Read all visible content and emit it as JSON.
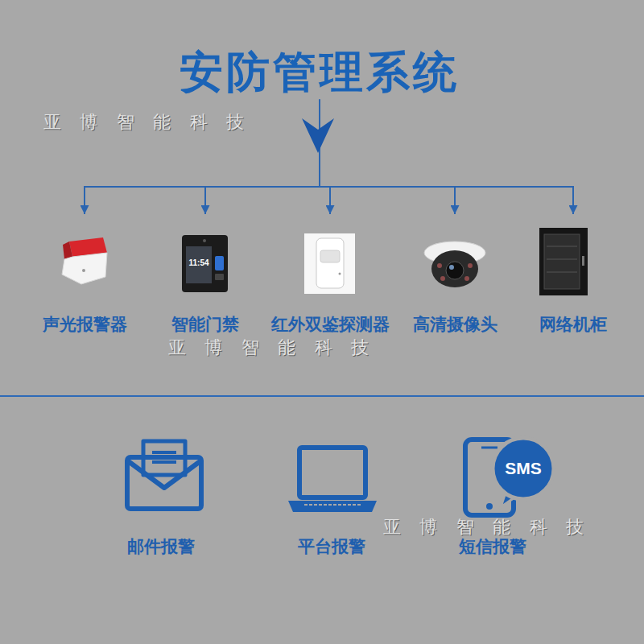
{
  "diagram": {
    "nodes": [
      {
        "text": [
          "安防管理系统"
        ]
      },
      {
        "text": [
          "声光报警器"
        ]
      },
      {
        "text": [
          "智能门禁"
        ]
      },
      {
        "text": [
          "红外双鉴探测器"
        ]
      },
      {
        "text": [
          "高清摄像头"
        ]
      },
      {
        "text": [
          "网络机柜"
        ]
      },
      {
        "text": [
          "邮件报警"
        ]
      },
      {
        "text": [
          "平台报警"
        ]
      },
      {
        "text": [
          "短信报警"
        ]
      }
    ],
    "edges": [
      {
        "from": 0,
        "to": 1,
        "arrow": "to"
      },
      {
        "from": 0,
        "to": 2,
        "arrow": "to"
      },
      {
        "from": 0,
        "to": 3,
        "arrow": "to"
      },
      {
        "from": 0,
        "to": 4,
        "arrow": "to"
      },
      {
        "from": 0,
        "to": 5,
        "arrow": "to"
      }
    ],
    "labels": [
      "亚 博 智 能 科 技",
      "11:54",
      "亚 博 智 能 科 技",
      "SMS",
      "亚 博 智 能 科 技"
    ]
  }
}
